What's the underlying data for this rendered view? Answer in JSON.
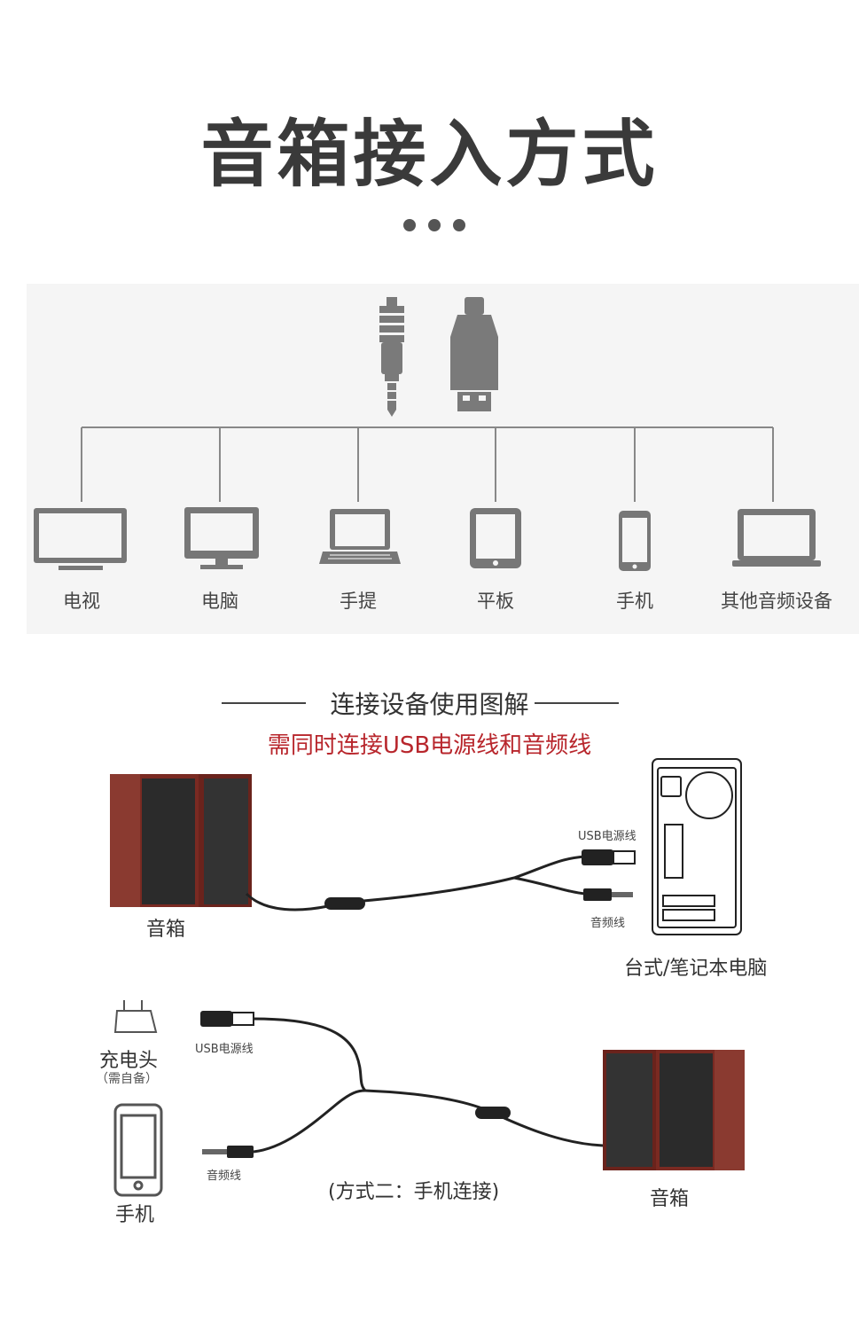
{
  "title": "音箱接入方式",
  "devices": [
    {
      "label": "电视",
      "icon": "tv-icon"
    },
    {
      "label": "电脑",
      "icon": "monitor-icon"
    },
    {
      "label": "手提",
      "icon": "laptop-icon"
    },
    {
      "label": "平板",
      "icon": "tablet-icon"
    },
    {
      "label": "手机",
      "icon": "phone-icon"
    },
    {
      "label": "其他音频设备",
      "icon": "laptop-icon"
    }
  ],
  "section": {
    "title": "连接设备使用图解",
    "subtitle": "需同时连接USB电源线和音频线"
  },
  "diagram1": {
    "speaker_label": "音箱",
    "usb_label": "USB电源线",
    "audio_label": "音频线",
    "computer_label": "台式/笔记本电脑"
  },
  "diagram2": {
    "charger_label": "充电头",
    "charger_note": "（需自备）",
    "usb_label": "USB电源线",
    "audio_label": "音频线",
    "phone_label": "手机",
    "caption": "(方式二：手机连接)",
    "speaker_label": "音箱"
  },
  "colors": {
    "title": "#3a3a3a",
    "accent_red": "#b8262c",
    "icon_gray": "#777777",
    "speaker_wood": "#7a2a22"
  }
}
